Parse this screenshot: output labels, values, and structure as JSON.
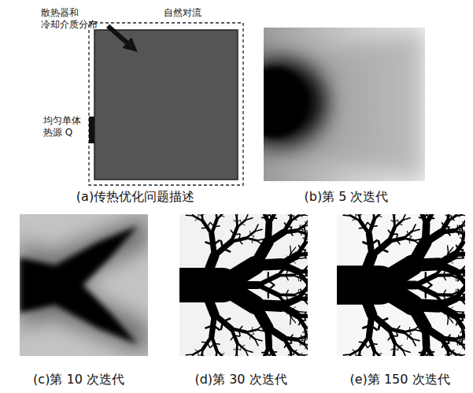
{
  "diagram": {
    "labels": [
      "散热器和 冷却介质分布",
      "均匀单体 热源 Q",
      "自然对流",
      "(a)传热优化问题描述",
      "(b)第 5 次迭代",
      "(c)第 10 次迭代",
      "(d)第 30 次迭代",
      "(e)第 150 次迭代"
    ]
  }
}
